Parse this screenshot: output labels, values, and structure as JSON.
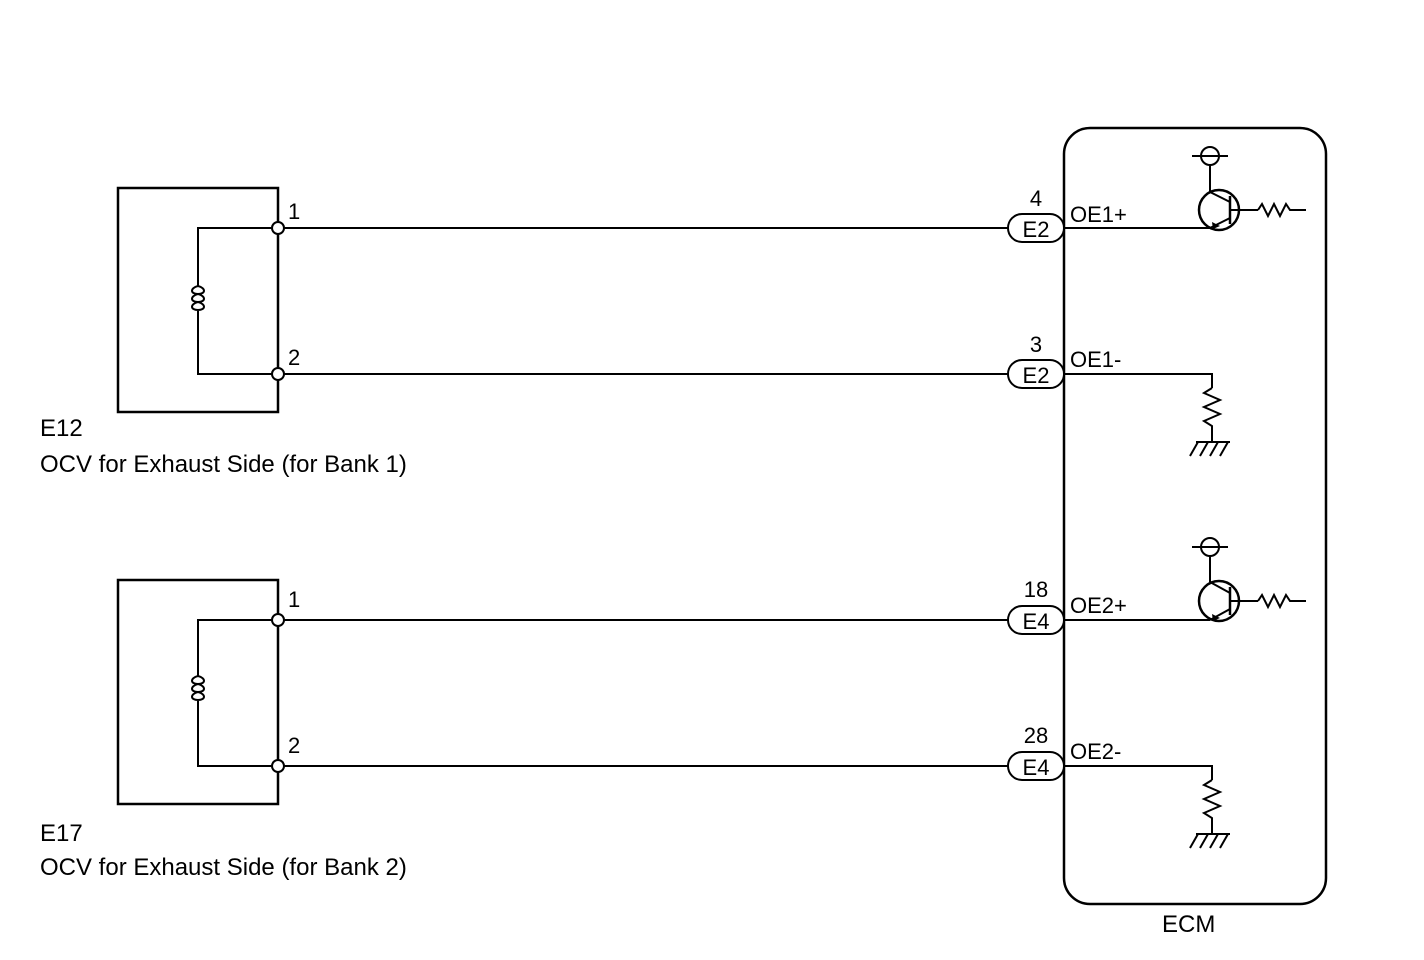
{
  "components": [
    {
      "id": "E12",
      "name": "OCV for Exhaust Side (for Bank 1)",
      "pins": [
        "1",
        "2"
      ]
    },
    {
      "id": "E17",
      "name": "OCV for Exhaust Side (for Bank 2)",
      "pins": [
        "1",
        "2"
      ]
    }
  ],
  "ecm": {
    "label": "ECM",
    "connections": [
      {
        "pin": "4",
        "connector": "E2",
        "signal": "OE1+"
      },
      {
        "pin": "3",
        "connector": "E2",
        "signal": "OE1-"
      },
      {
        "pin": "18",
        "connector": "E4",
        "signal": "OE2+"
      },
      {
        "pin": "28",
        "connector": "E4",
        "signal": "OE2-"
      }
    ]
  }
}
